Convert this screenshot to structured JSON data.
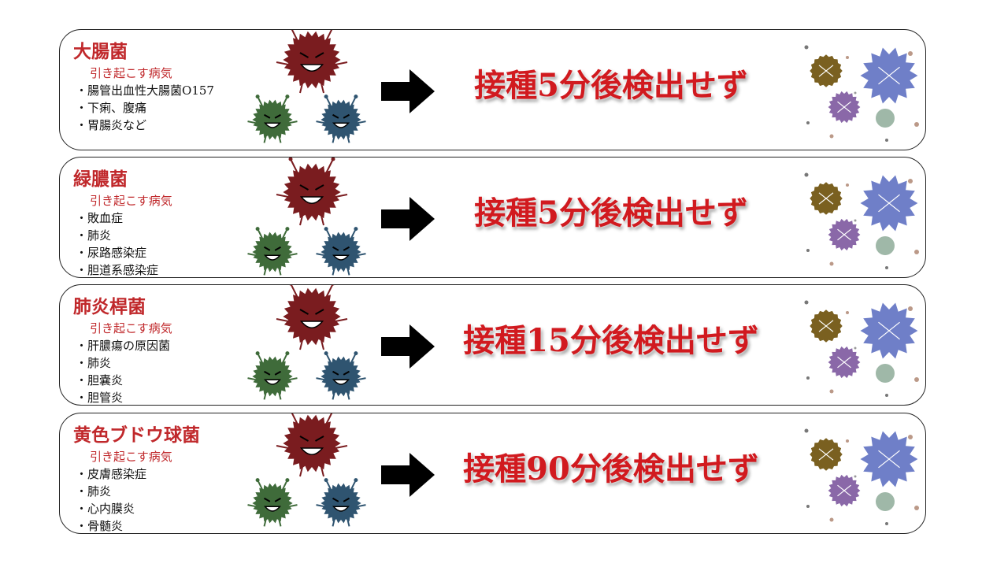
{
  "subtitle_label": "引き起こす病気",
  "panels": [
    {
      "name": "大腸菌",
      "diseases": [
        "腸管出血性大腸菌O157",
        "下痢、腹痛",
        "胃腸炎など"
      ],
      "result": "接種5分後検出せず"
    },
    {
      "name": "緑膿菌",
      "diseases": [
        "敗血症",
        "肺炎",
        "尿路感染症",
        "胆道系感染症"
      ],
      "result": "接種5分後検出せず"
    },
    {
      "name": "肺炎桿菌",
      "diseases": [
        "肝膿瘍の原因菌",
        "肺炎",
        "胆嚢炎",
        "胆管炎"
      ],
      "result": "接種15分後検出せず"
    },
    {
      "name": "黄色ブドウ球菌",
      "diseases": [
        "皮膚感染症",
        "肺炎",
        "心内膜炎",
        "骨髄炎"
      ],
      "result": "接種90分後検出せず"
    }
  ],
  "colors": {
    "title_red": "#c0282b",
    "result_red": "#d11a1f",
    "germ_red": "#7a1c1f",
    "germ_green": "#3f6b3a",
    "germ_blue": "#2f5470",
    "dead_brown": "#7a6020",
    "dead_blue": "#6f7fc8",
    "dead_purple": "#8a68a8",
    "dead_teal": "#9fb8a8"
  }
}
